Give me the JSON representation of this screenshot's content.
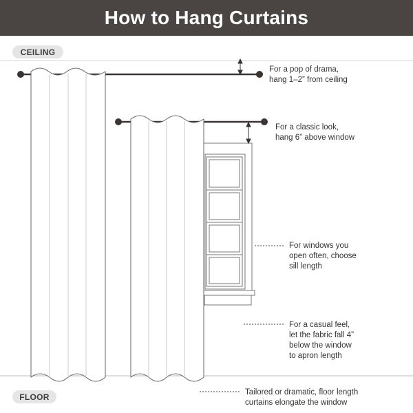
{
  "title": "How to Hang Curtains",
  "labels": {
    "ceiling": "CEILING",
    "floor": "FLOOR"
  },
  "annotations": [
    {
      "id": "ceiling",
      "text": "For a pop of drama,\nhang 1–2”  from ceiling"
    },
    {
      "id": "classic",
      "text": "For a classic look,\nhang 6”  above window"
    },
    {
      "id": "sill",
      "text": "For windows you\nopen often, choose\nsill length"
    },
    {
      "id": "apron",
      "text": "For a casual feel,\nlet the fabric fall 4”\nbelow the window\nto apron length"
    },
    {
      "id": "floor",
      "text": "Tailored or dramatic, floor length\ncurtains elongate the window"
    }
  ],
  "colors": {
    "title_bar": "#4a4542",
    "rod": "#3a3533",
    "line": "#555555",
    "pill": "#e5e5e5"
  }
}
